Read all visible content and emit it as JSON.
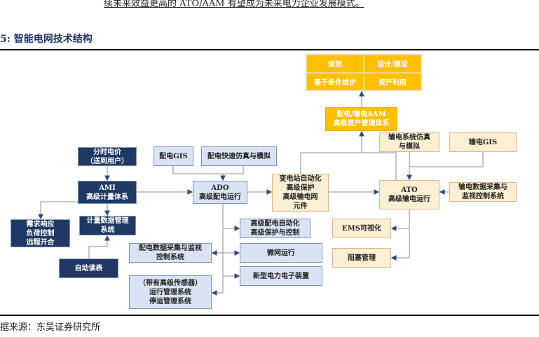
{
  "intro_text": "续未来效益更高的 ATO/AAM 有望成为未来电力企业发展模式。",
  "figure_title": "5: 智能电网技术结构",
  "source": "据来源：东吴证券研究所",
  "colors": {
    "navy": "#1F3864",
    "light_blue": "#DAE3F3",
    "cream": "#FDEFD3",
    "orange": "#FFC000",
    "connector": "#A6A6A6"
  },
  "aam_grid": [
    "规划",
    "设计/建设",
    "基于条件维护",
    "资产利用"
  ],
  "nodes": {
    "aam": [
      "配电/输电AAM",
      "高级资产管理体系"
    ],
    "trans_sim": [
      "输电系统仿真",
      "与模拟"
    ],
    "trans_gis": [
      "输电GIS"
    ],
    "substation": [
      "变电站自动化",
      "高级保护",
      "高级输电网",
      "元件"
    ],
    "ato": [
      "ATO",
      "高级输电运行"
    ],
    "trans_scada": [
      "输电数据采集与",
      "监视控制系统"
    ],
    "ems": [
      "EMS可视化"
    ],
    "congestion": [
      "阻塞管理"
    ],
    "tou_price": [
      "分时电价",
      "（送到用户）"
    ],
    "ami": [
      "AMI",
      "高级计量体系"
    ],
    "demand": [
      "需求响应",
      "负荷控制",
      "远程开合"
    ],
    "mdms": [
      "计量数据管理",
      "系统"
    ],
    "amr": [
      "自动读表"
    ],
    "dist_gis": [
      "配电GIS"
    ],
    "dist_sim": [
      "配电快速仿真与模拟"
    ],
    "ado": [
      "ADO",
      "高级配电运行"
    ],
    "dist_auto": [
      "高级配电自动化",
      "高级保护与控制"
    ],
    "microgrid": [
      "微网运行"
    ],
    "power_elec": [
      "新型电力电子装置"
    ],
    "dist_scada": [
      "配电数据采集与监视",
      "控制系统"
    ],
    "oms": [
      "（带有高级传感器）",
      "运行管理系统",
      "停运管理系统"
    ]
  }
}
